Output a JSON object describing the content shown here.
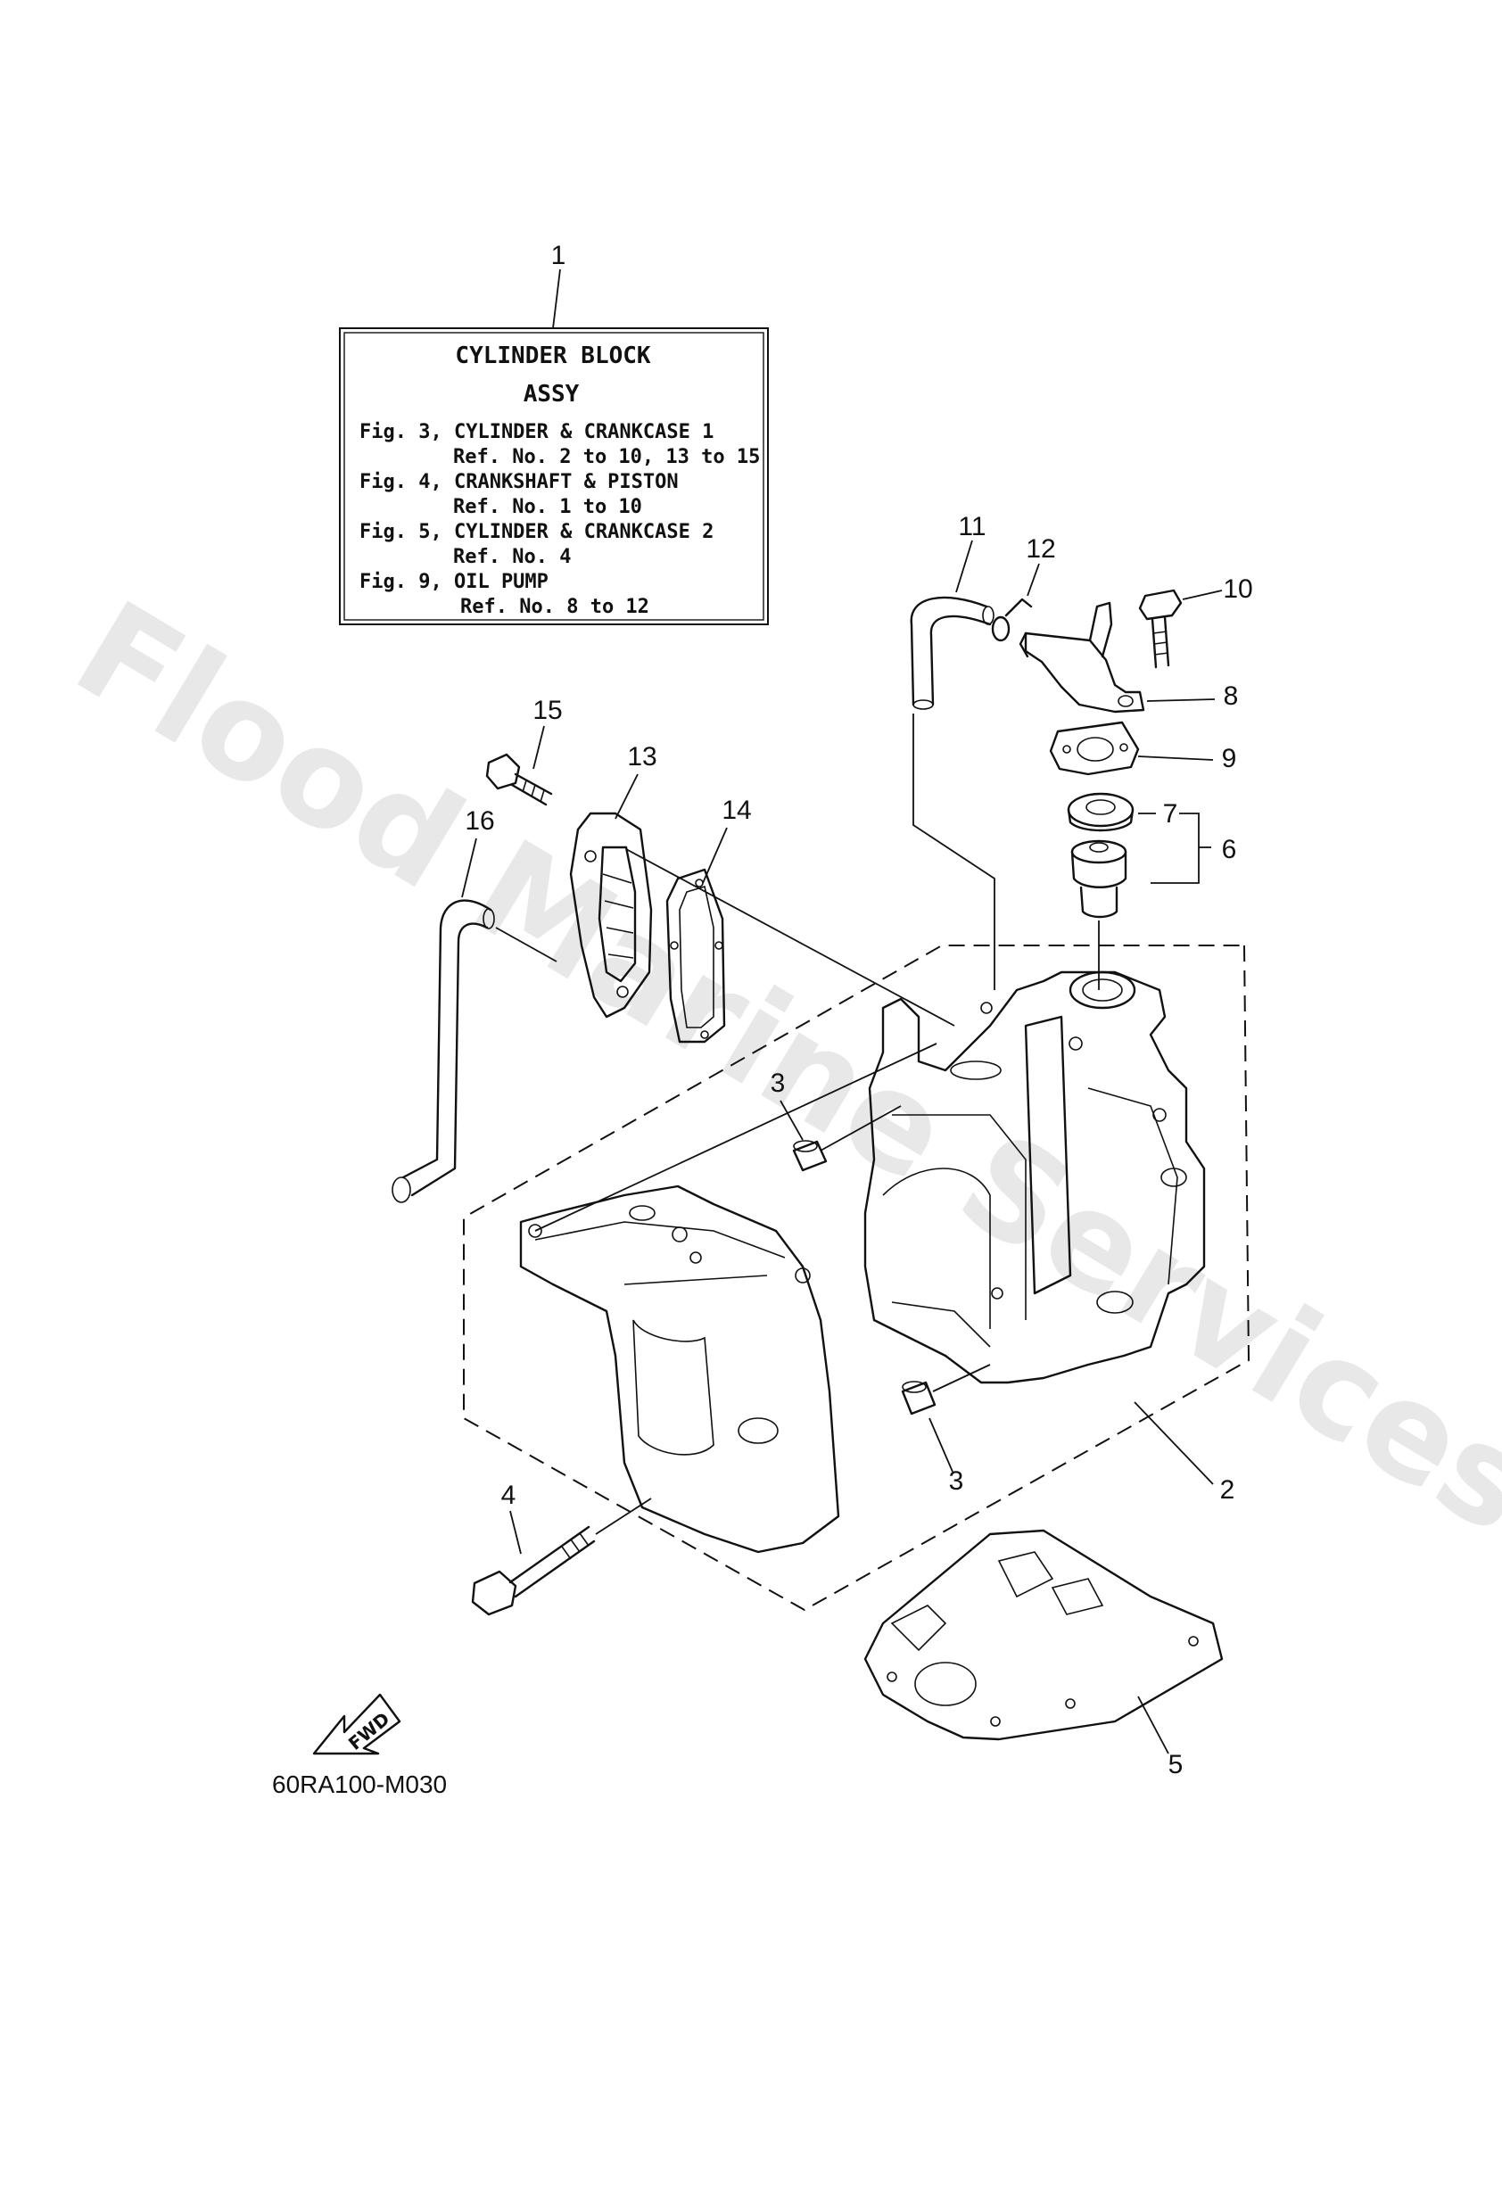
{
  "info_box": {
    "callout": "1",
    "title": "CYLINDER BLOCK",
    "subtitle": "ASSY",
    "lines": [
      "Fig. 3, CYLINDER & CRANKCASE 1",
      "Ref. No. 2 to 10, 13 to 15",
      "Fig. 4, CRANKSHAFT & PISTON",
      "Ref. No. 1 to 10",
      "Fig. 5, CYLINDER & CRANKCASE 2",
      "Ref. No. 4",
      "Fig. 9, OIL PUMP",
      "Ref. No. 8 to 12"
    ]
  },
  "callouts": {
    "n2": "2",
    "n3a": "3",
    "n3b": "3",
    "n4": "4",
    "n5": "5",
    "n6": "6",
    "n7": "7",
    "n8": "8",
    "n9": "9",
    "n10": "10",
    "n11": "11",
    "n12": "12",
    "n13": "13",
    "n14": "14",
    "n15": "15",
    "n16": "16"
  },
  "fwd_label": "FWD",
  "diagram_code": "60RA100-M030",
  "watermark": "Flood Marine Services"
}
